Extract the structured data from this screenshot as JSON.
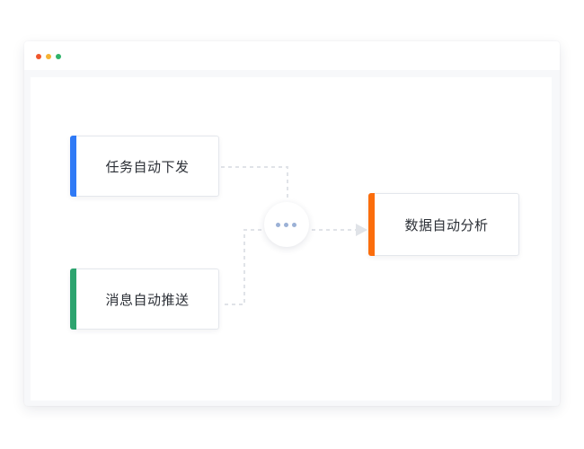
{
  "window": {
    "controls": [
      {
        "name": "close",
        "color": "#f0562c"
      },
      {
        "name": "minimize",
        "color": "#f6b333"
      },
      {
        "name": "maximize",
        "color": "#2fb36a"
      }
    ]
  },
  "flow": {
    "nodes": [
      {
        "id": "task",
        "label": "任务自动下发",
        "accent": "#2f7af6"
      },
      {
        "id": "message",
        "label": "消息自动推送",
        "accent": "#2da46f"
      },
      {
        "id": "data",
        "label": "数据自动分析",
        "accent": "#fb6d0c"
      }
    ],
    "hub": {
      "icon": "more-dots-icon",
      "dot_color": "#9bb1d6"
    },
    "connector_color": "#e0e3e8"
  }
}
